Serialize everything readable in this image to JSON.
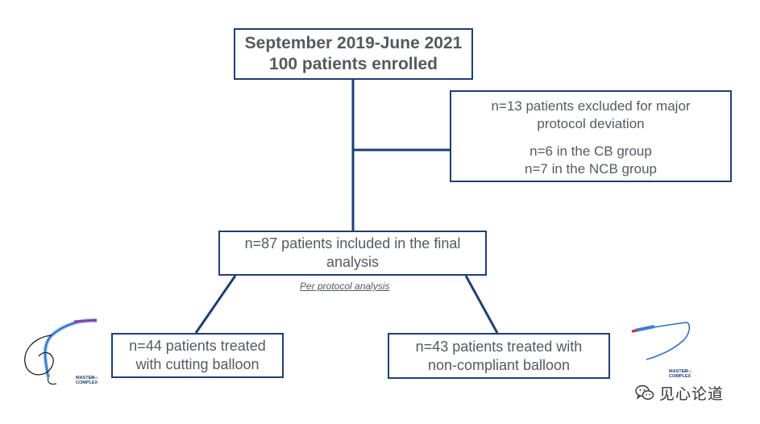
{
  "enrolled": {
    "line1": "September 2019-June 2021",
    "line2": "100 patients enrolled"
  },
  "excluded": {
    "line1": "n=13 patients excluded for major",
    "line2": "protocol deviation",
    "line3": "n=6 in the CB group",
    "line4": "n=7 in the NCB group"
  },
  "included": {
    "line1": "n=87 patients included in the final",
    "line2": "analysis"
  },
  "per_protocol_label": "Per protocol analysis",
  "cb_arm": {
    "line1": "n=44 patients treated",
    "line2": "with cutting balloon"
  },
  "ncb_arm": {
    "line1": "n=43 patients treated with",
    "line2": "non-compliant balloon"
  },
  "device_left": {
    "brand_line1": "MASTER",
    "brand_suffix": "PRO",
    "brand_line2": "COMPLEX"
  },
  "device_right": {
    "brand_line1": "MASTER",
    "brand_suffix": "PRO",
    "brand_line2": "COMPLEX"
  },
  "watermark": {
    "text": "见心论道",
    "icon": "wechat-icon"
  },
  "colors": {
    "border": "#1f3f73",
    "text": "#555a60",
    "catheter_blue": "#3b7fd0",
    "catheter_red": "#d03030"
  }
}
